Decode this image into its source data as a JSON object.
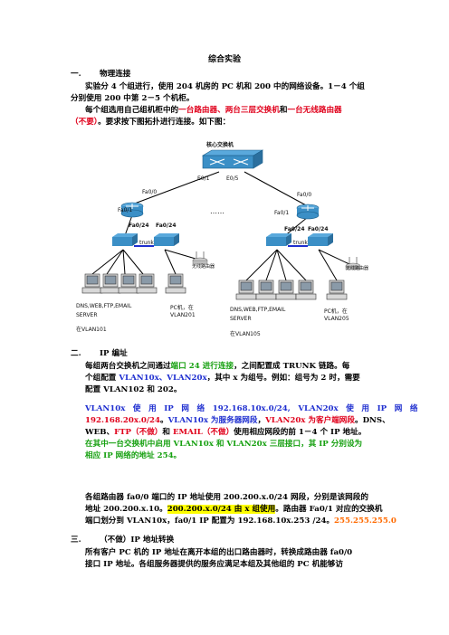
{
  "title": "综合实验",
  "sec1": {
    "num": "一.",
    "heading": "物理连接",
    "p1a": "实验分 4 个组进行，使用 204 机房的 PC 机和 200 中的网络设备。1－4 个组",
    "p1b": "分别使用 200 中第 2－5 个机柜。",
    "p2a": "每个组选用自己组机柜中的",
    "p2b": "一台路由器、两台三层交换机",
    "p2c": "和",
    "p2d": "一台无线路由器",
    "p3a": "（不要）",
    "p3b": "。要求按下图拓扑进行连接。如下图："
  },
  "diagram": {
    "core": "核心交换机",
    "e01": "E0/1",
    "e05": "E0/5",
    "fa00_l": "Fa0/0",
    "fa01_l": "Fa0/1",
    "fa00_r": "Fa0/0",
    "fa01_r": "Fa0/1",
    "dots": "……",
    "fa024_l1": "Fa0/24",
    "fa024_l2": "Fa0/24",
    "fa024_r1": "Fa0/24",
    "fa024_r2": "Fa0/24",
    "trunk_l": "trunk",
    "trunk_r": "trunk",
    "wifi_l": "无线路由器",
    "wifi_r": "无线路由器",
    "srv_l1": "DNS,WEB,FTP,EMAIL",
    "srv_l2": "SERVER",
    "srv_l3": "在VLAN101",
    "pc_l1": "PC机，在",
    "pc_l2": "VLAN201",
    "srv_r1": "DNS,WEB,FTP,EMAIL",
    "srv_r2": "SERVER",
    "srv_r3": "在VLAN105",
    "pc_r1": "PC机，在",
    "pc_r2": "VLAN205"
  },
  "sec2": {
    "num": "二.",
    "heading": "IP 编址",
    "p1a": "每组两台交换机之间通过",
    "p1b": "端口 24 进行连接",
    "p1c": "，之间配置成 TRUNK 链路。每",
    "p2a": "个组配置 ",
    "p2b": "VLAN10x、VLAN20x",
    "p2c": "，其中 x 为组号。例如：组号为 2 时，需要",
    "p3": "配置 VLAN102 和 202。",
    "p4a": "VLAN10x　使　用　IP　网　络　192.168.10x.0/24,　VLAN20x　使　用　IP　网　络",
    "p5a": "192.168.20x.0/24",
    "p5b": "。",
    "p5c": "VLAN10x 为服务器网段",
    "p5d": "，",
    "p5e": "VLAN20x 为客户端网段",
    "p5f": "。DNS、",
    "p6a": "WEB、",
    "p6b": "FTP（不做）",
    "p6c": "和 ",
    "p6d": "EMAIL（不做）",
    "p6e": "使用相应网段的前 1－4 个 IP 地址。",
    "p7": "在其中一台交换机中启用 VLAN10x 和 VLAN20x 三层接口，其 IP 分别设为",
    "p8": "相应 IP 网络的地址 254。",
    "p9": "各组路由器 fa0/0 端口的 IP 地址使用 200.200.x.0/24 网段，分别是该网段的",
    "p10a": "地址 200.200.x.10。",
    "p10b": "200.200.x.0/24 由 x 组使用",
    "p10c": "。路由器 Fa0/1 对应的交换机",
    "p11a": "端口划分到 VLAN10x，fa0/1 IP 配置为 192.168.10x.253 /24。",
    "p11b": "255.255.255.0"
  },
  "sec3": {
    "num": "三.",
    "heading": "（不做）IP 地址转换",
    "p1": "所有客户 PC 机的 IP 地址在离开本组的出口路由器时，转换成路由器 fa0/0",
    "p2": "接口 IP 地址。各组服务器提供的服务应满足本组及其他组的 PC 机能够访"
  }
}
